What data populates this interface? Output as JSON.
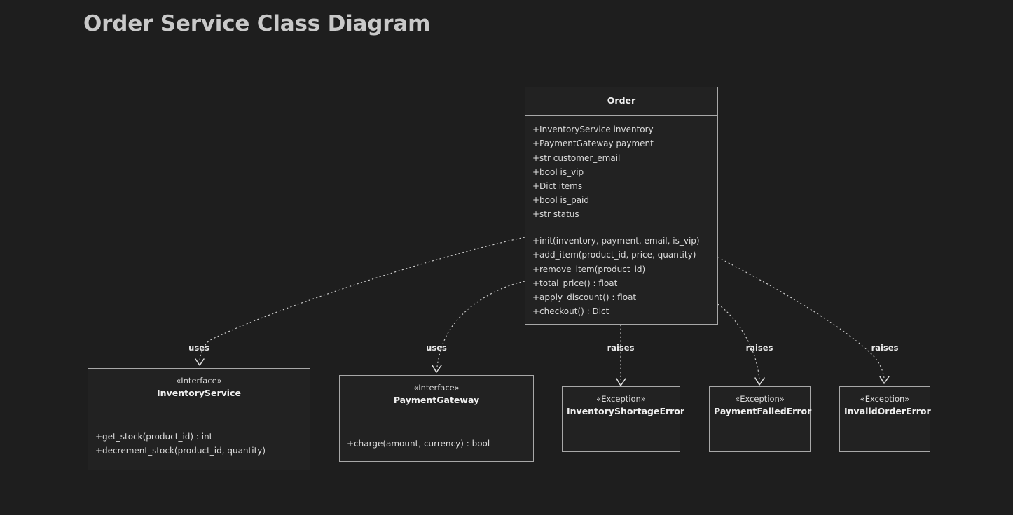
{
  "title": "Order Service Class Diagram",
  "theme": {
    "background": "#1e1e1e",
    "box_fill": "#222222",
    "border": "#a8a8a8",
    "text": "#dcdcdc",
    "title_text": "#c9c9c9",
    "edge": "#cfcfcf"
  },
  "classes": {
    "order": {
      "name": "Order",
      "stereotype": "",
      "attributes": [
        "+InventoryService inventory",
        "+PaymentGateway payment",
        "+str customer_email",
        "+bool is_vip",
        "+Dict items",
        "+bool is_paid",
        "+str status"
      ],
      "methods": [
        "+init(inventory, payment, email, is_vip)",
        "+add_item(product_id, price, quantity)",
        "+remove_item(product_id)",
        "+total_price() : float",
        "+apply_discount() : float",
        "+checkout() : Dict"
      ]
    },
    "inventory_service": {
      "name": "InventoryService",
      "stereotype": "«Interface»",
      "attributes": [],
      "methods": [
        "+get_stock(product_id) : int",
        "+decrement_stock(product_id, quantity)"
      ]
    },
    "payment_gateway": {
      "name": "PaymentGateway",
      "stereotype": "«Interface»",
      "attributes": [],
      "methods": [
        "+charge(amount, currency) : bool"
      ]
    },
    "inventory_shortage_error": {
      "name": "InventoryShortageError",
      "stereotype": "«Exception»",
      "attributes": [],
      "methods": []
    },
    "payment_failed_error": {
      "name": "PaymentFailedError",
      "stereotype": "«Exception»",
      "attributes": [],
      "methods": []
    },
    "invalid_order_error": {
      "name": "InvalidOrderError",
      "stereotype": "«Exception»",
      "attributes": [],
      "methods": []
    }
  },
  "relationships": [
    {
      "id": "order-uses-inventory",
      "from": "Order",
      "to": "InventoryService",
      "label": "uses",
      "style": "dependency"
    },
    {
      "id": "order-uses-payment",
      "from": "Order",
      "to": "PaymentGateway",
      "label": "uses",
      "style": "dependency"
    },
    {
      "id": "order-raises-shortage",
      "from": "Order",
      "to": "InventoryShortageError",
      "label": "raises",
      "style": "dependency"
    },
    {
      "id": "order-raises-payment-failed",
      "from": "Order",
      "to": "PaymentFailedError",
      "label": "raises",
      "style": "dependency"
    },
    {
      "id": "order-raises-invalid",
      "from": "Order",
      "to": "InvalidOrderError",
      "label": "raises",
      "style": "dependency"
    }
  ]
}
